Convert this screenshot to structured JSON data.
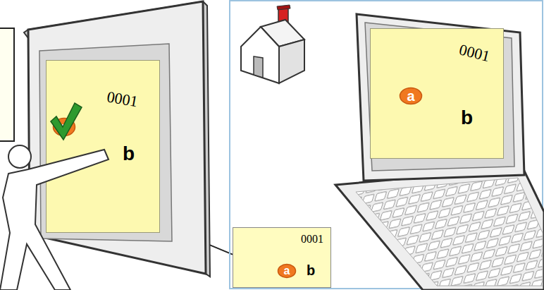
{
  "diagram": {
    "nodes": [
      {
        "text": [
          "0001",
          "b"
        ]
      },
      {
        "text": [
          "a"
        ],
        "in": 0
      },
      {
        "text": [
          "0001",
          "b"
        ]
      },
      {
        "text": [
          "a"
        ],
        "in": 2
      },
      {
        "text": [
          "0001",
          "b"
        ]
      },
      {
        "text": [
          "a"
        ],
        "in": 4
      }
    ],
    "edges": [
      {
        "from": 0,
        "to": 2,
        "arrow": "none"
      }
    ]
  }
}
